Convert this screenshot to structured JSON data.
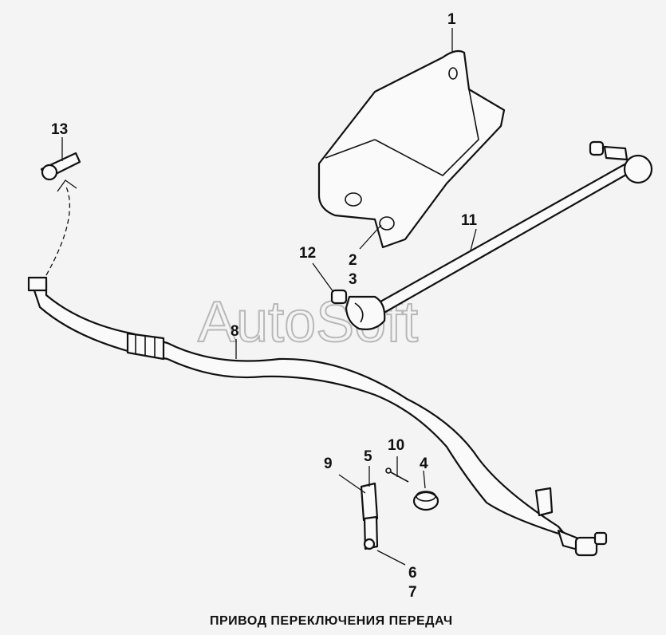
{
  "watermark": "AutoSoft",
  "caption": "ПРИВОД ПЕРЕКЛЮЧЕНИЯ ПЕРЕДАЧ",
  "callouts": {
    "c1": "1",
    "c2": "2",
    "c3": "3",
    "c4": "4",
    "c5": "5",
    "c6": "6",
    "c7": "7",
    "c8": "8",
    "c9": "9",
    "c10": "10",
    "c11": "11",
    "c12": "12",
    "c13": "13"
  }
}
